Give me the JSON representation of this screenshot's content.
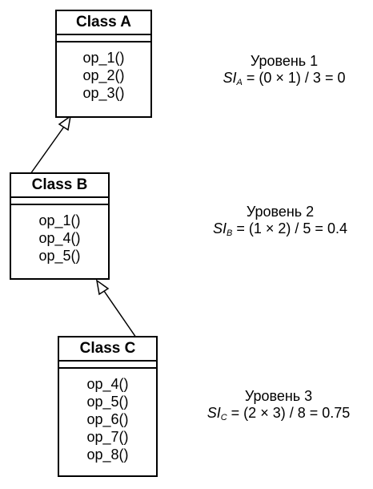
{
  "classes": [
    {
      "name": "Class A",
      "operations": [
        "op_1()",
        "op_2()",
        "op_3()"
      ]
    },
    {
      "name": "Class B",
      "operations": [
        "op_1()",
        "op_4()",
        "op_5()"
      ]
    },
    {
      "name": "Class C",
      "operations": [
        "op_4()",
        "op_5()",
        "op_6()",
        "op_7()",
        "op_8()"
      ]
    }
  ],
  "levels": [
    {
      "label": "Уровень 1",
      "symbol": "SI",
      "subscript": "A",
      "expression": " = (0 × 1) / 3 = 0"
    },
    {
      "label": "Уровень 2",
      "symbol": "SI",
      "subscript": "B",
      "expression": " = (1 × 2) / 5 = 0.4"
    },
    {
      "label": "Уровень 3",
      "symbol": "SI",
      "subscript": "C",
      "expression": " = (2 × 3) / 8 = 0.75"
    }
  ]
}
